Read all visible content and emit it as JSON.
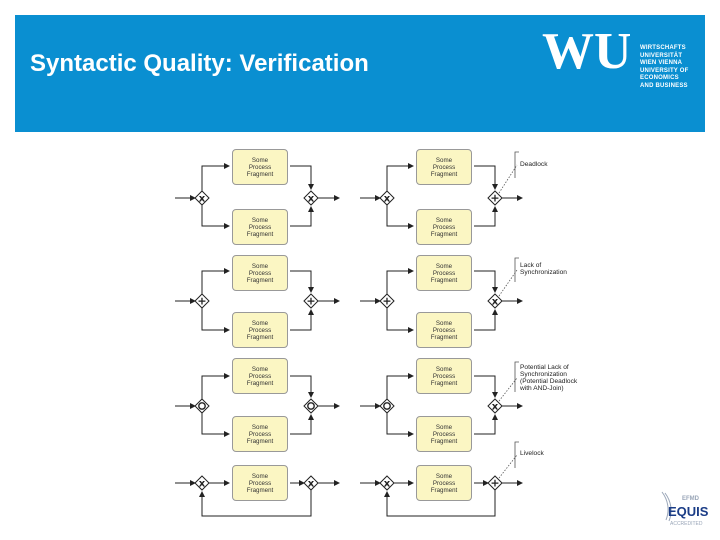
{
  "header": {
    "title": "Syntactic Quality: Verification",
    "logo_text": "WU",
    "logo_lines": [
      "WIRTSCHAFTS",
      "UNIVERSITÄT",
      "WIEN VIENNA",
      "UNIVERSITY OF",
      "ECONOMICS",
      "AND BUSINESS"
    ],
    "background_color": "#0a8fd1"
  },
  "fragment_label": "Some\nProcess\nFragment",
  "annotations": {
    "deadlock": "Deadlock",
    "lack_sync_1": "Lack of",
    "lack_sync_2": "Synchronization",
    "potential_1": "Potential Lack of",
    "potential_2": "Synchronization",
    "potential_3": "(Potential Deadlock",
    "potential_4": "with AND-Join)",
    "livelock": "Livelock"
  },
  "gateway_symbols": {
    "xor": "x",
    "and": "+",
    "or": "o"
  },
  "footer": {
    "logo_small": "EFMD",
    "logo_main": "EQUIS",
    "logo_sub": "ACCREDITED"
  }
}
